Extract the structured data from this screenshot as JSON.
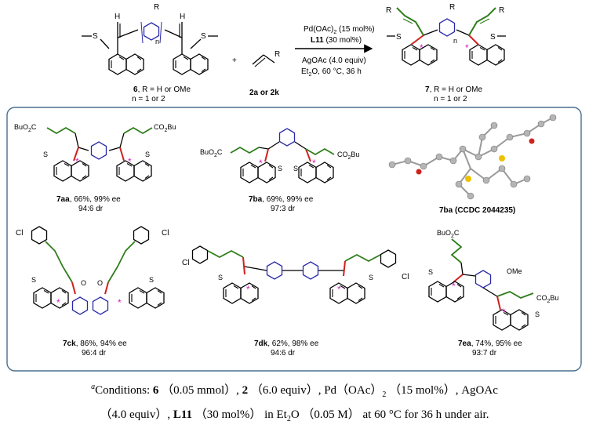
{
  "scheme": {
    "start_label_compound": "6",
    "start_label_rest": ", R = H or OMe",
    "start_n": "n = 1 or 2",
    "alkene_label": "2a or 2k",
    "plus": "+",
    "cond1": "Pd(OAc)",
    "cond1_sub": "2",
    "cond1_tail": " (15 mol%)",
    "cond2_b": "L11",
    "cond2_tail": " (30 mol%)",
    "cond3": "AgOAc (4.0 equiv)",
    "cond4_a": "Et",
    "cond4_sub": "2",
    "cond4_tail": "O, 60 °C, 36 h",
    "product_label_compound": "7",
    "product_label_rest": ", R = H or OMe",
    "product_n": "n = 1 or 2",
    "R": "R",
    "H": "H",
    "S": "S",
    "n": "n"
  },
  "products": [
    {
      "id": "7aa",
      "yield": ", 66%, 99% ee",
      "dr": "94:6 dr",
      "subst_left": "BuO",
      "subst_left_sub": "2",
      "subst_left_tail": "C",
      "subst_right": "CO",
      "subst_right_sub": "2",
      "subst_right_tail": "Bu"
    },
    {
      "id": "7ba",
      "yield": ", 69%, 99% ee",
      "dr": "97:3 dr",
      "subst_left": "BuO",
      "subst_left_sub": "2",
      "subst_left_tail": "C",
      "subst_right": "CO",
      "subst_right_sub": "2",
      "subst_right_tail": "Bu"
    },
    {
      "id": "7ck",
      "yield": ", 86%, 94% ee",
      "dr": "96:4 dr",
      "cl": "Cl",
      "ome": "O"
    },
    {
      "id": "7dk",
      "yield": ", 62%, 98% ee",
      "dr": "94:6 dr",
      "cl": "Cl"
    },
    {
      "id": "7ea",
      "yield": ", 74%, 95% ee",
      "dr": "93:7 dr",
      "ome": "OMe",
      "subst_top": "BuO",
      "subst_top_sub": "2",
      "subst_top_tail": "C",
      "subst_right": "CO",
      "subst_right_sub": "2",
      "subst_right_tail": "Bu"
    }
  ],
  "xray": {
    "label": "7ba (CCDC 2044235)"
  },
  "colors": {
    "green": "#2e7d1a",
    "red": "#d0211b",
    "blue": "#2a2aa8",
    "magenta": "#d11ec1",
    "box": "#4a6f8f"
  },
  "footnote": {
    "sup": "a",
    "line1_a": "Conditions: ",
    "line1_b": "6",
    "line1_c": " （0.05 mmol）, ",
    "line1_d": "2",
    "line1_e": " （6.0 equiv）, Pd（OAc）",
    "line1_f": "2",
    "line1_g": " （15 mol%）, AgOAc",
    "line2_a": "（4.0 equiv）, ",
    "line2_b": "L11",
    "line2_c": " （30 mol%） in Et",
    "line2_d": "2",
    "line2_e": "O （0.05 M） at 60 °C for 36 h under air."
  }
}
